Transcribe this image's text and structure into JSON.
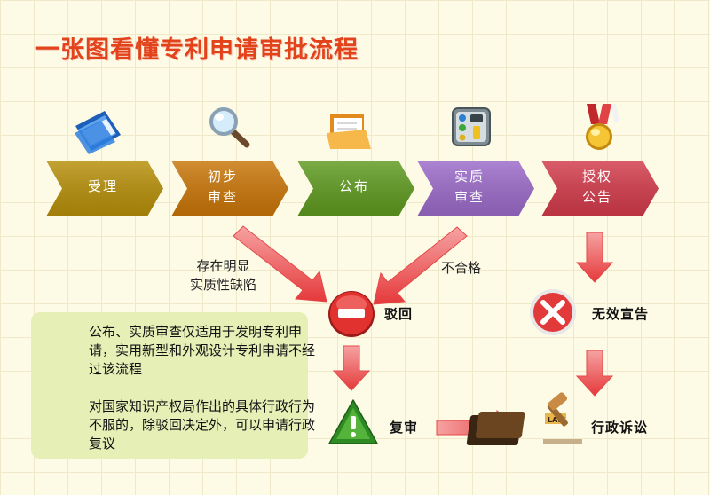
{
  "title": "一张图看懂专利申请审批流程",
  "steps": [
    {
      "label": "受理",
      "color": "#b78f09"
    },
    {
      "label": "初步\n审查",
      "color": "#c97507"
    },
    {
      "label": "公布",
      "color": "#5e9a1f"
    },
    {
      "label": "实质\n审查",
      "color": "#9b6ac9"
    },
    {
      "label": "授权\n公告",
      "color": "#d33a4a"
    }
  ],
  "branch_left_text": "存在明显\n实质性缺陷",
  "branch_right_text": "不合格",
  "nodes": {
    "reject": "驳回",
    "invalid": "无效宣告",
    "review": "复审",
    "litigation": "行政诉讼"
  },
  "notes": [
    "公布、实质审查仅适用于发明专利申请，实用新型和外观设计专利申请不经过该流程",
    "对国家知识产权局作出的具体行政行为不服的，除驳回决定外，可以申请行政复议"
  ],
  "colors": {
    "title": "#e3431b",
    "flow_arrow": "#e8514f",
    "note_bg": "#e6efb6"
  },
  "icons": [
    "folder-icon",
    "magnifier-icon",
    "open-folder-icon",
    "control-panel-icon",
    "medal-icon",
    "stop-icon",
    "cross-icon",
    "warning-icon",
    "law-book-icon",
    "bulb-icon"
  ]
}
